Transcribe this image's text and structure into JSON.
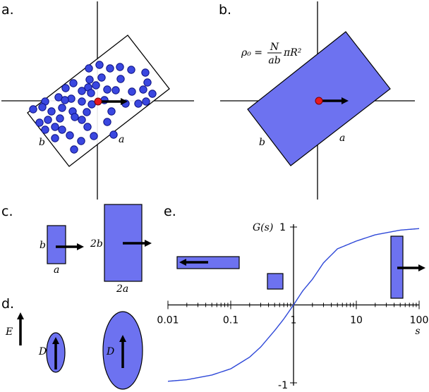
{
  "panels": {
    "a": {
      "label": "a.",
      "side_b": "b",
      "side_a": "a",
      "particle_count": 54,
      "colors": {
        "particle": "#3a47e0",
        "tracer": "#e8191e",
        "rectangle_outline": "#000000"
      }
    },
    "b": {
      "label": "b.",
      "formula": {
        "lhs": "ρ₀ =",
        "numerator": "N",
        "denominator": "ab",
        "tail": "πR²"
      },
      "side_b": "b",
      "side_a": "a",
      "colors": {
        "fill": "#6d72f0",
        "tracer": "#e8191e"
      }
    },
    "c": {
      "label": "c.",
      "small": {
        "side": "b",
        "bottom": "a"
      },
      "large": {
        "side": "2b",
        "bottom": "2a"
      }
    },
    "d": {
      "label": "d.",
      "field_label": "E",
      "ellipse_labels": [
        "D",
        "D"
      ]
    },
    "e": {
      "label": "e."
    }
  },
  "chart_data": {
    "type": "line",
    "title": "",
    "xlabel": "s",
    "ylabel": "G(s)",
    "xscale": "log",
    "xlim": [
      0.01,
      100
    ],
    "ylim": [
      -1,
      1
    ],
    "x_ticks": [
      "0.01",
      "0.1",
      "1",
      "10",
      "100"
    ],
    "y_ticks": [
      "1",
      "-1"
    ],
    "series": [
      {
        "color": "#2e48d8",
        "x": [
          0.01,
          0.02,
          0.05,
          0.1,
          0.2,
          0.3,
          0.5,
          0.7,
          1,
          1.4,
          2,
          3,
          5,
          10,
          20,
          50,
          100
        ],
        "y": [
          -0.98,
          -0.96,
          -0.9,
          -0.82,
          -0.67,
          -0.54,
          -0.33,
          -0.18,
          0.0,
          0.18,
          0.33,
          0.54,
          0.72,
          0.82,
          0.9,
          0.96,
          0.98
        ]
      }
    ],
    "insets": [
      {
        "shape": "wide-rectangle",
        "arrow": "left",
        "at_s": 0.04
      },
      {
        "shape": "square",
        "arrow": "none",
        "at_s": 0.55
      },
      {
        "shape": "tall-rectangle",
        "arrow": "right",
        "at_s": 50
      }
    ]
  }
}
